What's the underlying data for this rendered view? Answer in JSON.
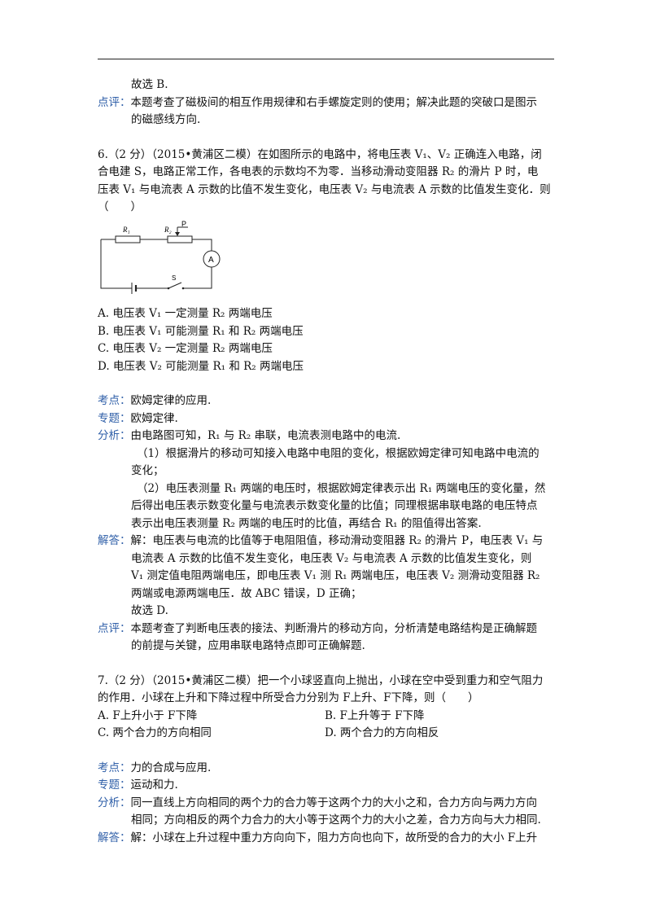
{
  "prev": {
    "answer": "故选 B.",
    "comment_label": "点评：",
    "comment_l1": "本题考查了磁极间的相互作用规律和右手螺旋定则的使用；解决此题的突破口是图示",
    "comment_l2": "的磁感线方向."
  },
  "q6": {
    "stem_l1": "6.（2 分）（2015•黄浦区二模）在如图所示的电路中，将电压表 V₁、V₂ 正确连入电路，闭",
    "stem_l2": "合电建 S，电路正常工作，各电表的示数均不为零．当移动滑动变阻器 R₂ 的滑片 P 时，电",
    "stem_l3": "压表 V₁ 与电流表 A 示数的比值不发生变化，电压表 V₂ 与电流表 A 示数的比值发生变化．则",
    "stem_l4": "（　　）",
    "circuit": {
      "r1": "R₁",
      "r2": "R₂",
      "p": "P",
      "ammeter": "A",
      "switch": "S"
    },
    "options": [
      "A.  电压表 V₁ 一定测量 R₂ 两端电压",
      "B.  电压表 V₁ 可能测量 R₁ 和 R₂ 两端电压",
      "C.  电压表 V₂ 一定测量 R₂ 两端电压",
      "D.  电压表 V₂ 可能测量 R₁ 和 R₂ 两端电压"
    ],
    "kaodian_label": "考点：",
    "kaodian": "欧姆定律的应用.",
    "zhuanti_label": "专题：",
    "zhuanti": "欧姆定律.",
    "fenxi_label": "分析：",
    "fenxi_l1": "由电路图可知，R₁ 与 R₂ 串联，电流表测电路中的电流.",
    "fenxi_l2": "（1）根据滑片的移动可知接入电路中电阻的变化，根据欧姆定律可知电路中电流的",
    "fenxi_l3": "变化；",
    "fenxi_l4": "（2）电压表测量 R₁ 两端的电压时，根据欧姆定律表示出 R₁ 两端电压的变化量，然",
    "fenxi_l5": "后得出电压表示数变化量与电流表示数变化量的比值；同理根据串联电路的电压特点",
    "fenxi_l6": "表示出电压表测量 R₂ 两端的电压时的比值，再结合 R₁ 的阻值得出答案.",
    "jieda_label": "解答：",
    "jieda_l1": "解：电压表与电流的比值等于电阻阻值，移动滑动变阻器 R₂ 的滑片 P，电压表 V₁ 与",
    "jieda_l2": "电流表 A 示数的比值不发生变化，电压表 V₂ 与电流表 A 示数的比值发生变化，则",
    "jieda_l3": "V₁ 测定值电阻两端电压，即电压表 V₁ 测 R₁ 两端电压，电压表 V₂ 测滑动变阻器 R₂",
    "jieda_l4": "两端或电源两端电压．故 ABC 错误，D 正确；",
    "jieda_l5": "故选 D.",
    "dianping_label": "点评：",
    "dianping_l1": "本题考查了判断电压表的接法、判断滑片的移动方向，分析清楚电路结构是正确解题",
    "dianping_l2": "的前提与关键，应用串联电路特点即可正确解题."
  },
  "q7": {
    "stem_l1": "7.（2 分）（2015•黄浦区二模）把一个小球竖直向上抛出，小球在空中受到重力和空气阻力",
    "stem_l2": "的作用．小球在上升和下降过程中所受合力分别为 F上升、F下降，则（　　）",
    "optA": "A.  F上升小于 F下降",
    "optB": "B.  F上升等于 F下降",
    "optC": "C.  两个合力的方向相同",
    "optD": "D.  两个合力的方向相反",
    "kaodian_label": "考点：",
    "kaodian": "力的合成与应用.",
    "zhuanti_label": "专题：",
    "zhuanti": "运动和力.",
    "fenxi_label": "分析：",
    "fenxi_l1": "同一直线上方向相同的两个力的合力等于这两个力的大小之和，合力方向与两力方向",
    "fenxi_l2": "相同；方向相反的两个力合力的大小等于这两个力的大小之差，合力方向与大力相同.",
    "jieda_label": "解答：",
    "jieda_l1": "解：小球在上升过程中重力方向向下，阻力方向也向下，故所受的合力的大小 F上升"
  }
}
